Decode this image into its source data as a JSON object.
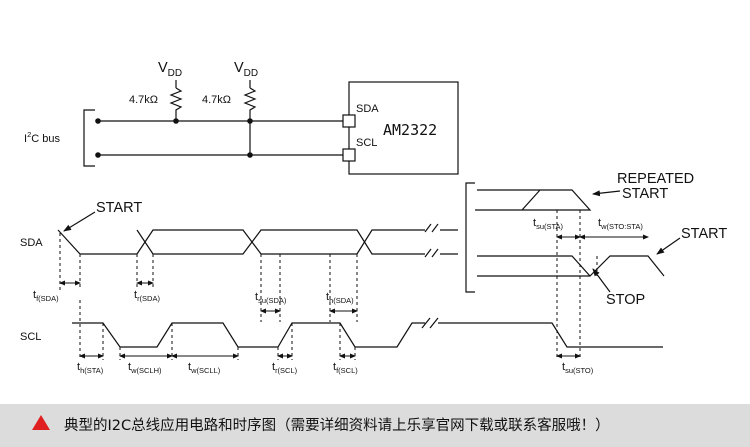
{
  "circuit": {
    "vdd_main": "V",
    "vdd_sub": "DD",
    "r1": "4.7kΩ",
    "r2": "4.7kΩ",
    "bus_label_i": "I",
    "bus_label_sup": "2",
    "bus_label_rest": "C bus",
    "chip": "AM2322",
    "pin_sda": "SDA",
    "pin_scl": "SCL"
  },
  "timing": {
    "start": "START",
    "repeated": "REPEATED",
    "repeated_start": "START",
    "start_right": "START",
    "stop": "STOP",
    "sda": "SDA",
    "scl": "SCL",
    "t": "t",
    "tf_sda_sub": "f(SDA)",
    "tr_sda_sub": "r(SDA)",
    "tsu_sda_sub": "su(SDA)",
    "th_sda_sub": "h(SDA)",
    "tsu_sta_sub": "su(STA)",
    "tw_sto_sta_sub": "w(STO:STA)",
    "th_sta_sub": "h(STA)",
    "tw_sclh_sub": "w(SCLH)",
    "tw_scll_sub": "w(SCLL)",
    "tr_scl_sub": "r(SCL)",
    "tf_scl_sub": "f(SCL)",
    "tsu_sto_sub": "su(STO)"
  },
  "caption": {
    "text": "典型的I2C总线应用电路和时序图（需要详细资料请上乐享官网下载或联系客服哦！）"
  }
}
